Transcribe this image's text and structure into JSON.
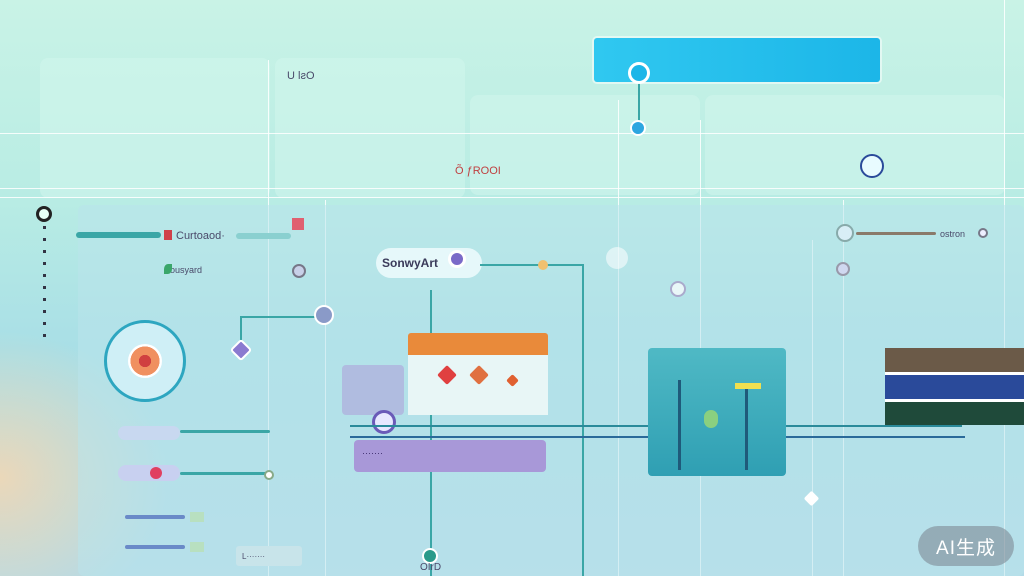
{
  "labels": {
    "top_small": "U lƨO",
    "center_small": "Õ ƒROOI",
    "panel_title": "Curtoaod·",
    "panel_sub": "ousyard",
    "node_label": "SonwyArt",
    "right_label": "ostron",
    "card_label": "·······",
    "bottom_small": "L·······",
    "bottom_center": "OIrD",
    "ai_badge": "AI生成"
  },
  "colors": {
    "accent_blue": "#1cb6e8",
    "accent_teal": "#3aa6a6",
    "accent_orange": "#e98a3a",
    "accent_purple": "#9aa7d8",
    "flag_top": "#6b5a48",
    "flag_mid": "#2a4a9a",
    "flag_bottom": "#1f4a3a"
  },
  "icons": [
    "target-icon",
    "diamond-icon",
    "node-icon",
    "pin-icon",
    "gauge-icon"
  ]
}
